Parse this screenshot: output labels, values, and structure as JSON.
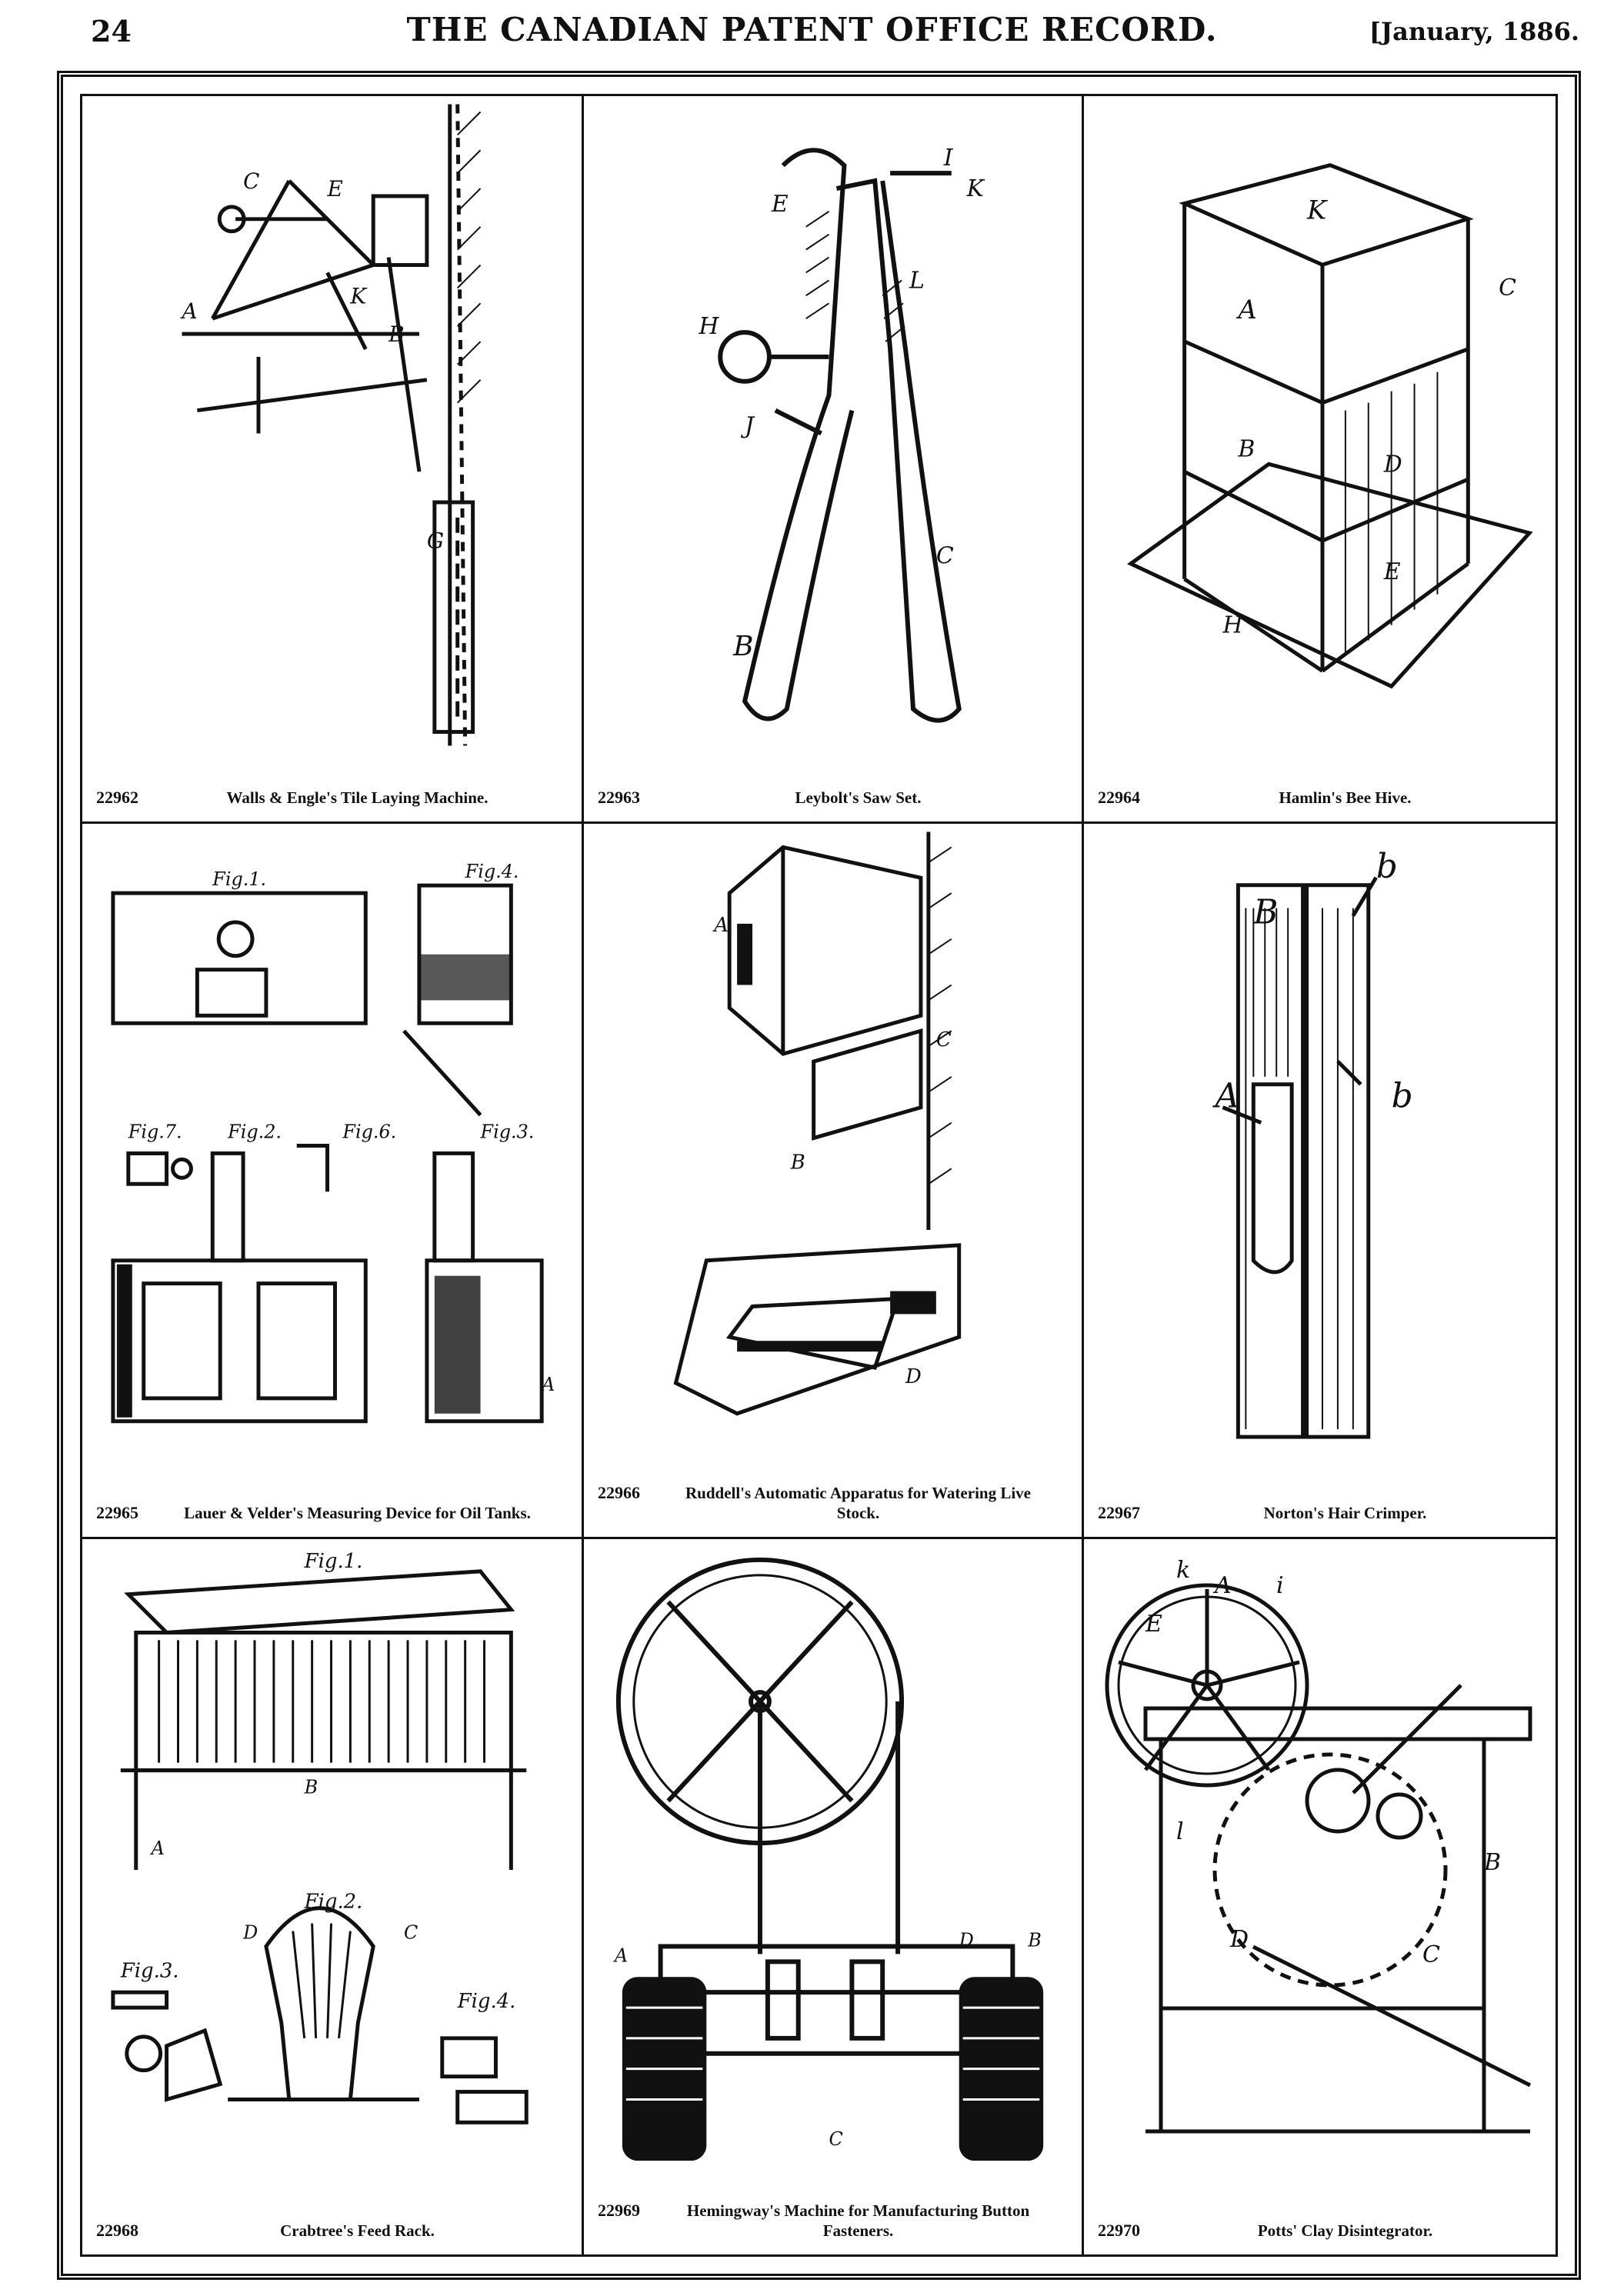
{
  "header": {
    "page_number": "24",
    "title": "THE CANADIAN PATENT OFFICE RECORD.",
    "date": "[January, 1886."
  },
  "patents": [
    {
      "number": "22962",
      "title": "Walls & Engle's Tile Laying Machine.",
      "figure_labels": [
        "A",
        "C",
        "K",
        "B",
        "E",
        "G"
      ]
    },
    {
      "number": "22963",
      "title": "Leybolt's Saw Set.",
      "figure_labels": [
        "B",
        "C",
        "H",
        "I",
        "L",
        "E",
        "J",
        "K"
      ]
    },
    {
      "number": "22964",
      "title": "Hamlin's Bee Hive.",
      "figure_labels": [
        "K",
        "A",
        "B",
        "C",
        "H",
        "D",
        "E"
      ]
    },
    {
      "number": "22965",
      "title": "Lauer & Velder's Measuring Device for Oil Tanks.",
      "figure_labels": [
        "Fig.1.",
        "Fig.2.",
        "Fig.3.",
        "Fig.4.",
        "Fig.6.",
        "Fig.7.",
        "A"
      ]
    },
    {
      "number": "22966",
      "title": "Ruddell's Automatic Apparatus for Watering Live Stock.",
      "figure_labels": [
        "A",
        "B",
        "C",
        "D"
      ]
    },
    {
      "number": "22967",
      "title": "Norton's Hair Crimper.",
      "figure_labels": [
        "A",
        "B",
        "b",
        "b"
      ]
    },
    {
      "number": "22968",
      "title": "Crabtree's Feed Rack.",
      "figure_labels": [
        "Fig.1.",
        "Fig.2.",
        "Fig.3.",
        "Fig.4.",
        "A",
        "B",
        "C",
        "D"
      ]
    },
    {
      "number": "22969",
      "title": "Hemingway's Machine for Manufacturing Button Fasteners.",
      "figure_labels": [
        "A",
        "B",
        "C",
        "D"
      ]
    },
    {
      "number": "22970",
      "title": "Potts' Clay Disintegrator.",
      "figure_labels": [
        "A",
        "B",
        "C",
        "D",
        "E",
        "k",
        "i",
        "l"
      ]
    }
  ]
}
